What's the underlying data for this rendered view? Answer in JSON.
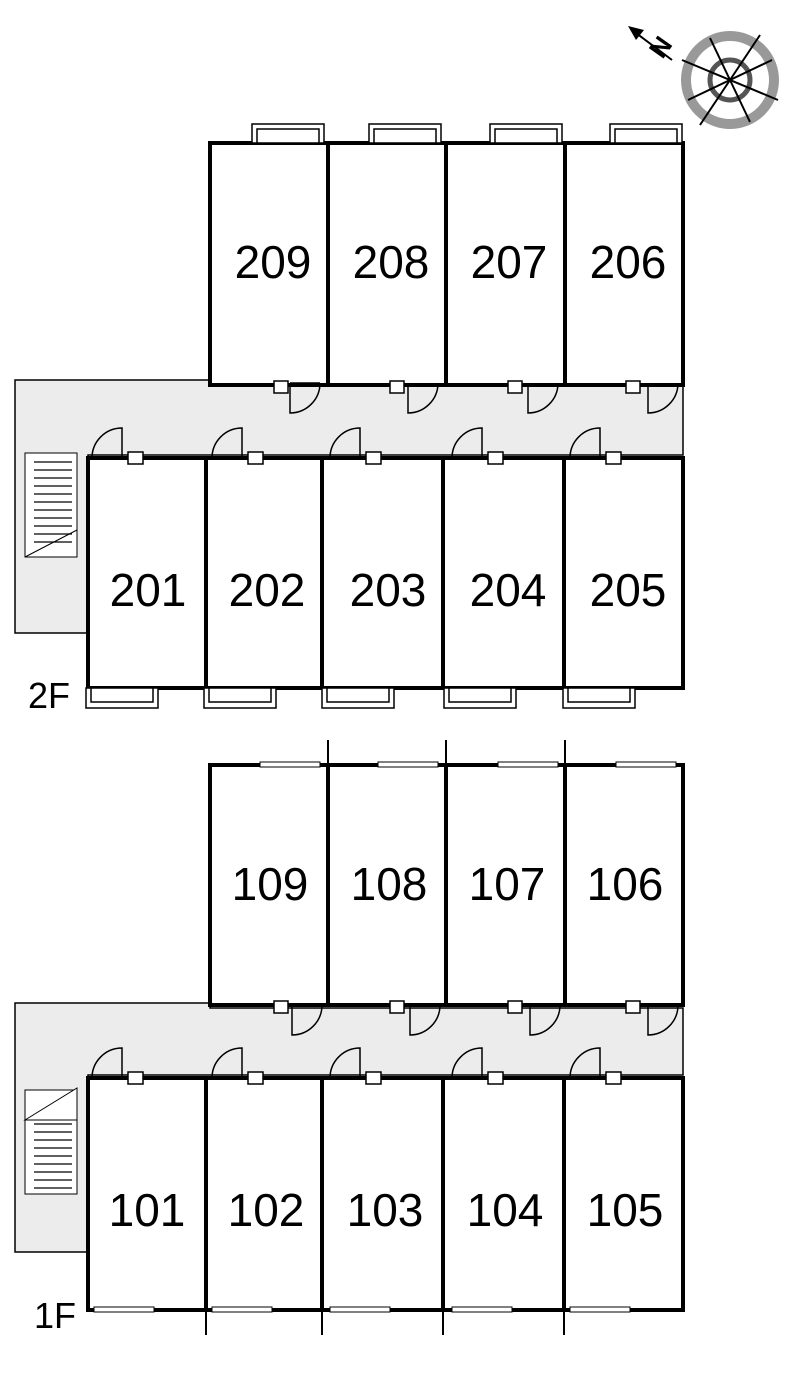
{
  "compass": {
    "north_letter": "N",
    "icon": "compass-rose-icon"
  },
  "floors": [
    {
      "label": "2F",
      "back_units": [
        "209",
        "208",
        "207",
        "206"
      ],
      "front_units": [
        "201",
        "202",
        "203",
        "204",
        "205"
      ]
    },
    {
      "label": "1F",
      "back_units": [
        "109",
        "108",
        "107",
        "106"
      ],
      "front_units": [
        "101",
        "102",
        "103",
        "104",
        "105"
      ]
    }
  ],
  "colors": {
    "corridor": "#ececec",
    "wall": "#000000",
    "compass_ring": "#999999"
  }
}
